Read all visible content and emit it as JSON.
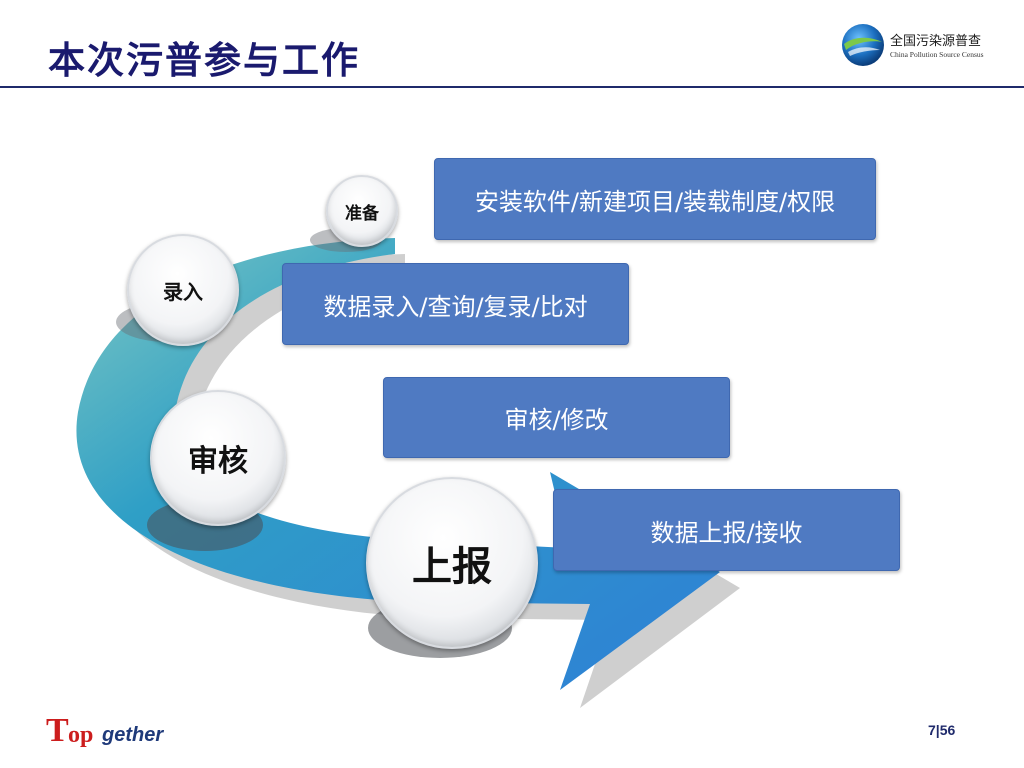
{
  "slide": {
    "title": "本次污普参与工作",
    "logo": {
      "name": "全国污染源普查",
      "subtitle": "China Pollution Source Census"
    },
    "footer": {
      "brand_first_letter": "T",
      "brand_mid": "op",
      "brand_rest": "gether",
      "page_current": "7",
      "page_separator": "|",
      "page_total": "56"
    }
  },
  "process": {
    "stages": [
      {
        "label": "准备",
        "description": "安装软件/新建项目/装载制度/权限"
      },
      {
        "label": "录入",
        "description": "数据录入/查询/复录/比对"
      },
      {
        "label": "审核",
        "description": "审核/修改"
      },
      {
        "label": "上报",
        "description": "数据上报/接收"
      }
    ]
  },
  "colors": {
    "title": "#1a1a6e",
    "box_fill": "#4f7ac2",
    "arrow_light": "#4fb0b8",
    "arrow_dark": "#2e7fd6",
    "brand_red": "#cc1d1d",
    "brand_blue": "#1f3a7a"
  }
}
